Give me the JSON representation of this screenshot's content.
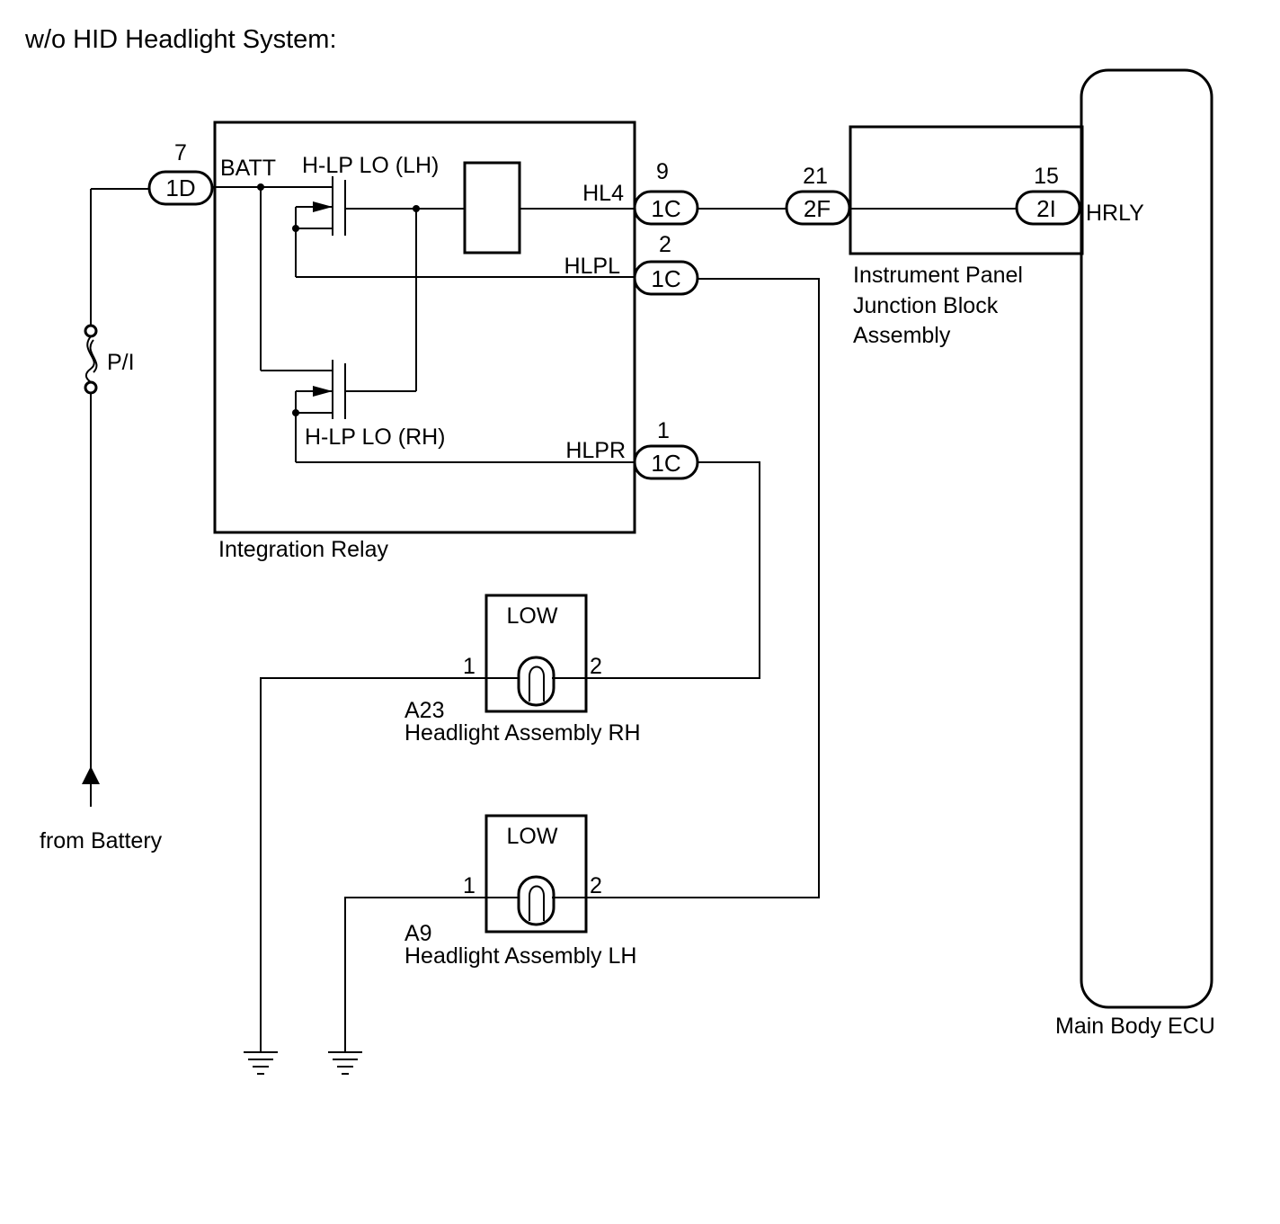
{
  "title": "w/o HID Headlight System:",
  "components": {
    "integration_relay": {
      "name": "Integration Relay",
      "pin_batt": "BATT",
      "relay_lh": "H-LP LO (LH)",
      "relay_rh": "H-LP LO (RH)",
      "pin_hl4": "HL4",
      "pin_hlpl": "HLPL",
      "pin_hlpr": "HLPR"
    },
    "junction_block": {
      "name_line1": "Instrument Panel",
      "name_line2": "Junction Block",
      "name_line3": "Assembly"
    },
    "main_body_ecu": {
      "name": "Main Body ECU",
      "pin_hrly": "HRLY"
    },
    "headlight_rh": {
      "code": "A23",
      "name": "Headlight Assembly RH",
      "label": "LOW",
      "pin1": "1",
      "pin2": "2"
    },
    "headlight_lh": {
      "code": "A9",
      "name": "Headlight Assembly LH",
      "label": "LOW",
      "pin1": "1",
      "pin2": "2"
    },
    "fuse": {
      "name": "P/I"
    },
    "battery_source": {
      "label": "from Battery"
    }
  },
  "connectors": {
    "c_1d": {
      "code": "1D",
      "pin": "7"
    },
    "c_1c_hl4": {
      "code": "1C",
      "pin": "9"
    },
    "c_1c_hlpl": {
      "code": "1C",
      "pin": "2"
    },
    "c_1c_hlpr": {
      "code": "1C",
      "pin": "1"
    },
    "c_2f": {
      "code": "2F",
      "pin": "21"
    },
    "c_2i": {
      "code": "2I",
      "pin": "15"
    }
  }
}
